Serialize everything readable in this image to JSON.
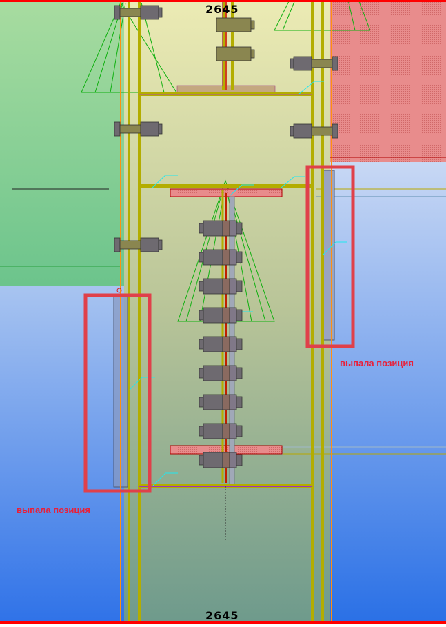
{
  "viewport": {
    "dimension_top": "2645",
    "dimension_bottom": "2645",
    "annotations": [
      "выпала позиция",
      "выпала позиция"
    ],
    "colors": {
      "highlight_box": "#e0404a",
      "frame_border": "#ff0000",
      "beam": "#b3ad00",
      "annotation_text": "#e8203a"
    }
  }
}
